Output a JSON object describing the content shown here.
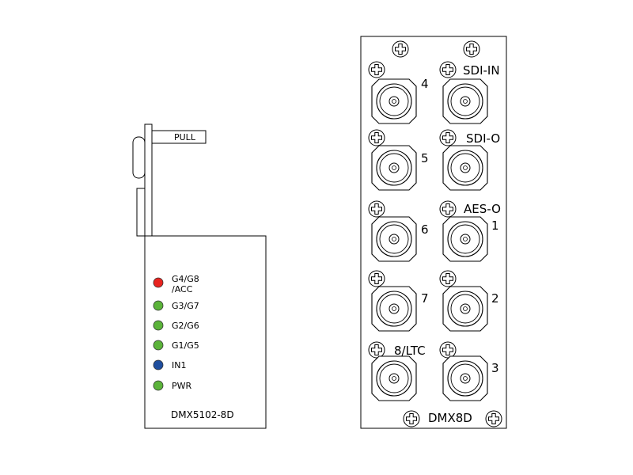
{
  "front_card": {
    "pull_label": "PULL",
    "model": "DMX5102-8D",
    "leds": [
      {
        "line1": "G4/G8",
        "line2": "/ACC",
        "color": "#e8231f"
      },
      {
        "line1": "G3/G7",
        "line2": "",
        "color": "#5bb33a"
      },
      {
        "line1": "G2/G6",
        "line2": "",
        "color": "#5bb33a"
      },
      {
        "line1": "G1/G5",
        "line2": "",
        "color": "#5bb33a"
      },
      {
        "line1": "IN1",
        "line2": "",
        "color": "#1f4e9e"
      },
      {
        "line1": "PWR",
        "line2": "",
        "color": "#5bb33a"
      }
    ]
  },
  "rear_panel": {
    "model": "DMX8D",
    "connectors": [
      {
        "label": "4"
      },
      {
        "label": "5"
      },
      {
        "label": "6"
      },
      {
        "label": "7"
      },
      {
        "label": "8/LTC"
      },
      {
        "label": "SDI-IN"
      },
      {
        "label": "SDI-O"
      },
      {
        "label": "1"
      },
      {
        "label": "2"
      },
      {
        "label": "3"
      }
    ],
    "section_labels": {
      "aes_out": "AES-O"
    }
  }
}
